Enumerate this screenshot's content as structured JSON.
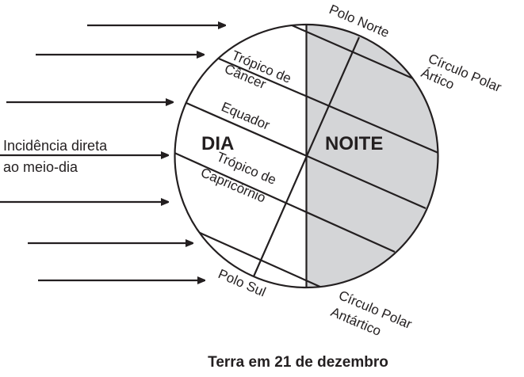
{
  "labels": {
    "north_pole": "Polo Norte",
    "arctic_circle_1": "Círculo Polar",
    "arctic_circle_2": "Ártico",
    "tropic_cancer_1": "Trópico de",
    "tropic_cancer_2": "Câncer",
    "equator": "Equador",
    "tropic_capricorn_1": "Trópico de",
    "tropic_capricorn_2": "Capricórnio",
    "south_pole": "Polo Sul",
    "antarctic_circle_1": "Círculo Polar",
    "antarctic_circle_2": "Antártico",
    "day": "DIA",
    "night": "NOITE",
    "incidence_1": "Incidência direta",
    "incidence_2": "ao meio-dia"
  },
  "caption": "Terra em 21 de dezembro",
  "colors": {
    "night_shade": "#d4d5d7",
    "ink": "#231f20"
  }
}
